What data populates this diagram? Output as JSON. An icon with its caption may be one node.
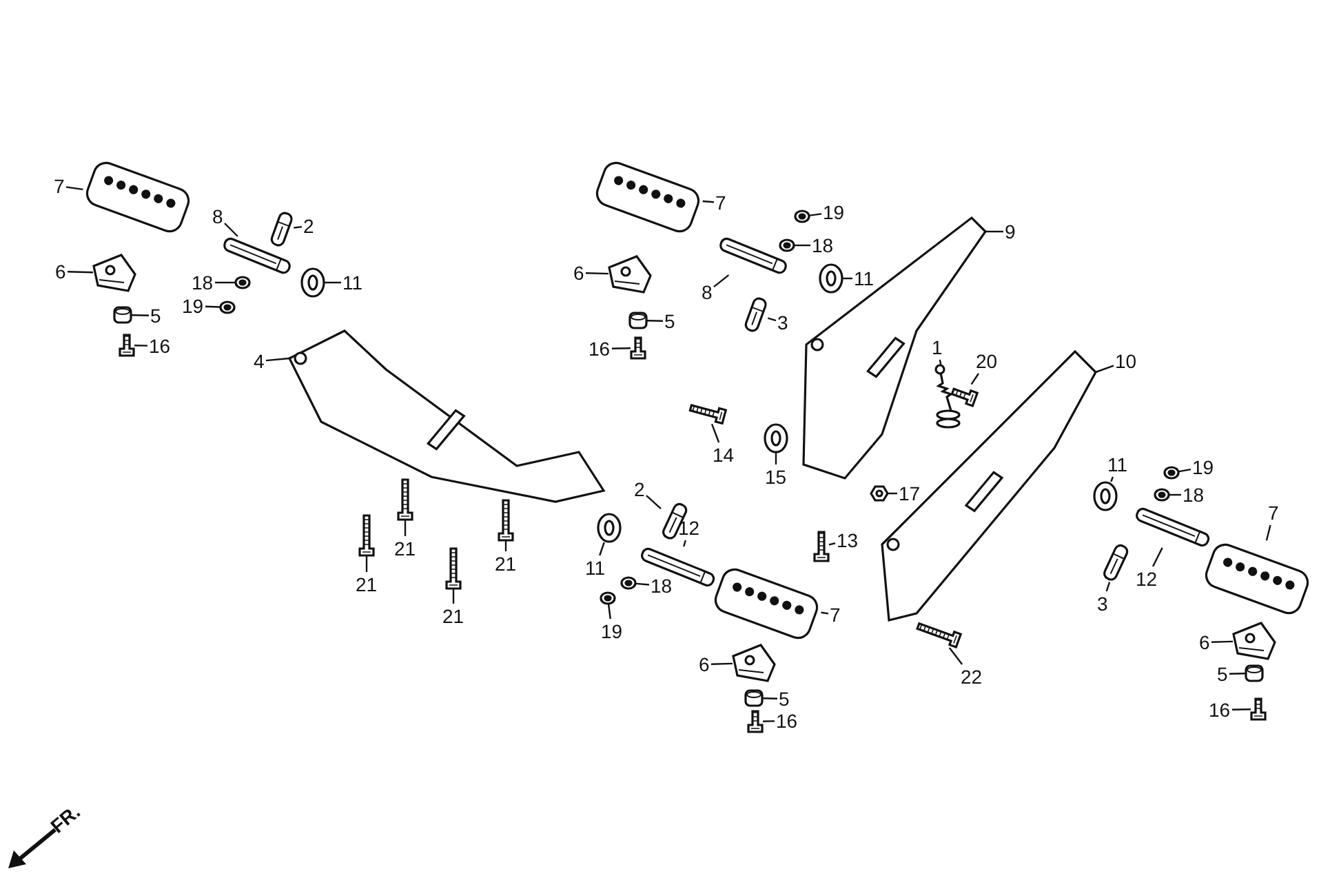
{
  "diagram": {
    "nodes": [
      {
        "text": [
          "7"
        ]
      },
      {
        "text": [
          "8"
        ]
      },
      {
        "text": [
          "2"
        ]
      },
      {
        "text": [
          "6"
        ]
      },
      {
        "text": [
          "11"
        ]
      },
      {
        "text": [
          "18"
        ]
      },
      {
        "text": [
          "19"
        ]
      },
      {
        "text": [
          "5"
        ]
      },
      {
        "text": [
          "16"
        ]
      },
      {
        "text": [
          "4"
        ]
      },
      {
        "text": [
          "7"
        ]
      },
      {
        "text": [
          "19"
        ]
      },
      {
        "text": [
          "9"
        ]
      },
      {
        "text": [
          "18"
        ]
      },
      {
        "text": [
          "6"
        ]
      },
      {
        "text": [
          "8"
        ]
      },
      {
        "text": [
          "11"
        ]
      },
      {
        "text": [
          "3"
        ]
      },
      {
        "text": [
          "5"
        ]
      },
      {
        "text": [
          "16"
        ]
      },
      {
        "text": [
          "1"
        ]
      },
      {
        "text": [
          "20"
        ]
      },
      {
        "text": [
          "10"
        ]
      },
      {
        "text": [
          "14"
        ]
      },
      {
        "text": [
          "11"
        ]
      },
      {
        "text": [
          "19"
        ]
      },
      {
        "text": [
          "15"
        ]
      },
      {
        "text": [
          "18"
        ]
      },
      {
        "text": [
          "2"
        ]
      },
      {
        "text": [
          "17"
        ]
      },
      {
        "text": [
          "21"
        ]
      },
      {
        "text": [
          "12"
        ]
      },
      {
        "text": [
          "7"
        ]
      },
      {
        "text": [
          "11"
        ]
      },
      {
        "text": [
          "13"
        ]
      },
      {
        "text": [
          "21"
        ]
      },
      {
        "text": [
          "21"
        ]
      },
      {
        "text": [
          "18"
        ]
      },
      {
        "text": [
          "12"
        ]
      },
      {
        "text": [
          "3"
        ]
      },
      {
        "text": [
          "21"
        ]
      },
      {
        "text": [
          "19"
        ]
      },
      {
        "text": [
          "7"
        ]
      },
      {
        "text": [
          "6"
        ]
      },
      {
        "text": [
          "22"
        ]
      },
      {
        "text": [
          "6"
        ]
      },
      {
        "text": [
          "5"
        ]
      },
      {
        "text": [
          "5"
        ]
      },
      {
        "text": [
          "16"
        ]
      },
      {
        "text": [
          "16"
        ]
      },
      {
        "text": [],
        "shape": "picture"
      },
      {
        "text": [],
        "shape": "picture"
      },
      {
        "text": [],
        "shape": "picture"
      },
      {
        "text": [],
        "shape": "picture"
      },
      {
        "text": [],
        "shape": "picture"
      },
      {
        "text": [],
        "shape": "picture"
      },
      {
        "text": [],
        "shape": "picture"
      },
      {
        "text": [],
        "shape": "picture"
      },
      {
        "text": [],
        "shape": "picture"
      },
      {
        "text": [],
        "shape": "picture"
      },
      {
        "text": [],
        "shape": "picture"
      },
      {
        "text": [],
        "shape": "picture"
      },
      {
        "text": [],
        "shape": "picture"
      },
      {
        "text": [],
        "shape": "picture"
      },
      {
        "text": [],
        "shape": "picture"
      },
      {
        "text": [],
        "shape": "picture"
      },
      {
        "text": [],
        "shape": "picture"
      },
      {
        "text": [],
        "shape": "picture"
      },
      {
        "text": [],
        "shape": "picture"
      },
      {
        "text": [],
        "shape": "picture"
      },
      {
        "text": [],
        "shape": "picture"
      },
      {
        "text": [],
        "shape": "picture"
      },
      {
        "text": [],
        "shape": "picture"
      },
      {
        "text": [],
        "shape": "picture"
      },
      {
        "text": [],
        "shape": "picture"
      },
      {
        "text": [],
        "shape": "picture"
      },
      {
        "text": [],
        "shape": "picture"
      },
      {
        "text": [],
        "shape": "picture"
      },
      {
        "text": [],
        "shape": "picture"
      },
      {
        "text": [],
        "shape": "picture"
      },
      {
        "text": [],
        "shape": "picture"
      },
      {
        "text": [],
        "shape": "picture"
      },
      {
        "text": [],
        "shape": "picture"
      },
      {
        "text": [],
        "shape": "picture"
      },
      {
        "text": [],
        "shape": "picture"
      },
      {
        "text": [],
        "shape": "picture"
      },
      {
        "text": [],
        "shape": "picture"
      },
      {
        "text": [],
        "shape": "picture"
      },
      {
        "text": [],
        "shape": "picture"
      },
      {
        "text": [],
        "shape": "picture"
      },
      {
        "text": [],
        "shape": "picture"
      },
      {
        "text": [],
        "shape": "picture"
      },
      {
        "text": [],
        "shape": "picture"
      },
      {
        "text": [],
        "shape": "picture"
      },
      {
        "text": [],
        "shape": "picture"
      },
      {
        "text": [],
        "shape": "picture"
      },
      {
        "text": [],
        "shape": "picture"
      },
      {
        "text": [],
        "shape": "picture"
      },
      {
        "text": [],
        "shape": "picture"
      },
      {
        "text": [],
        "shape": "picture"
      }
    ],
    "edges": [
      {
        "from": 0,
        "to": 50,
        "arrow": "none"
      },
      {
        "from": 1,
        "to": 51,
        "arrow": "none"
      },
      {
        "from": 2,
        "to": 52,
        "arrow": "none"
      },
      {
        "from": 3,
        "to": 53,
        "arrow": "none"
      },
      {
        "from": 4,
        "to": 54,
        "arrow": "none"
      },
      {
        "from": 5,
        "to": 55,
        "arrow": "none"
      },
      {
        "from": 6,
        "to": 56,
        "arrow": "none"
      },
      {
        "from": 7,
        "to": 57,
        "arrow": "none"
      },
      {
        "from": 8,
        "to": 58,
        "arrow": "none"
      },
      {
        "from": 9,
        "to": 59,
        "arrow": "none"
      },
      {
        "from": 10,
        "to": 60,
        "arrow": "none"
      },
      {
        "from": 11,
        "to": 61,
        "arrow": "none"
      },
      {
        "from": 12,
        "to": 62,
        "arrow": "none"
      },
      {
        "from": 13,
        "to": 63,
        "arrow": "none"
      },
      {
        "from": 14,
        "to": 64,
        "arrow": "none"
      },
      {
        "from": 15,
        "to": 65,
        "arrow": "none"
      },
      {
        "from": 16,
        "to": 66,
        "arrow": "none"
      },
      {
        "from": 17,
        "to": 67,
        "arrow": "none"
      },
      {
        "from": 18,
        "to": 68,
        "arrow": "none"
      },
      {
        "from": 19,
        "to": 69,
        "arrow": "none"
      },
      {
        "from": 20,
        "to": 70,
        "arrow": "none"
      },
      {
        "from": 21,
        "to": 71,
        "arrow": "none"
      },
      {
        "from": 22,
        "to": 72,
        "arrow": "none"
      },
      {
        "from": 23,
        "to": 73,
        "arrow": "none"
      },
      {
        "from": 24,
        "to": 74,
        "arrow": "none"
      },
      {
        "from": 25,
        "to": 75,
        "arrow": "none"
      },
      {
        "from": 26,
        "to": 76,
        "arrow": "none"
      },
      {
        "from": 27,
        "to": 77,
        "arrow": "none"
      },
      {
        "from": 28,
        "to": 78,
        "arrow": "none"
      },
      {
        "from": 29,
        "to": 79,
        "arrow": "none"
      },
      {
        "from": 30,
        "to": 80,
        "arrow": "none"
      },
      {
        "from": 31,
        "to": 81,
        "arrow": "none"
      },
      {
        "from": 32,
        "to": 82,
        "arrow": "none"
      },
      {
        "from": 33,
        "to": 83,
        "arrow": "none"
      },
      {
        "from": 34,
        "to": 84,
        "arrow": "none"
      },
      {
        "from": 35,
        "to": 85,
        "arrow": "none"
      },
      {
        "from": 36,
        "to": 86,
        "arrow": "none"
      },
      {
        "from": 37,
        "to": 87,
        "arrow": "none"
      },
      {
        "from": 38,
        "to": 88,
        "arrow": "none"
      },
      {
        "from": 39,
        "to": 89,
        "arrow": "none"
      },
      {
        "from": 40,
        "to": 90,
        "arrow": "none"
      },
      {
        "from": 41,
        "to": 91,
        "arrow": "none"
      },
      {
        "from": 42,
        "to": 92,
        "arrow": "none"
      },
      {
        "from": 43,
        "to": 93,
        "arrow": "none"
      },
      {
        "from": 44,
        "to": 94,
        "arrow": "none"
      },
      {
        "from": 45,
        "to": 95,
        "arrow": "none"
      },
      {
        "from": 46,
        "to": 96,
        "arrow": "none"
      },
      {
        "from": 47,
        "to": 97,
        "arrow": "none"
      },
      {
        "from": 48,
        "to": 98,
        "arrow": "none"
      },
      {
        "from": 49,
        "to": 99,
        "arrow": "none"
      }
    ],
    "labels": [
      "FR."
    ]
  }
}
